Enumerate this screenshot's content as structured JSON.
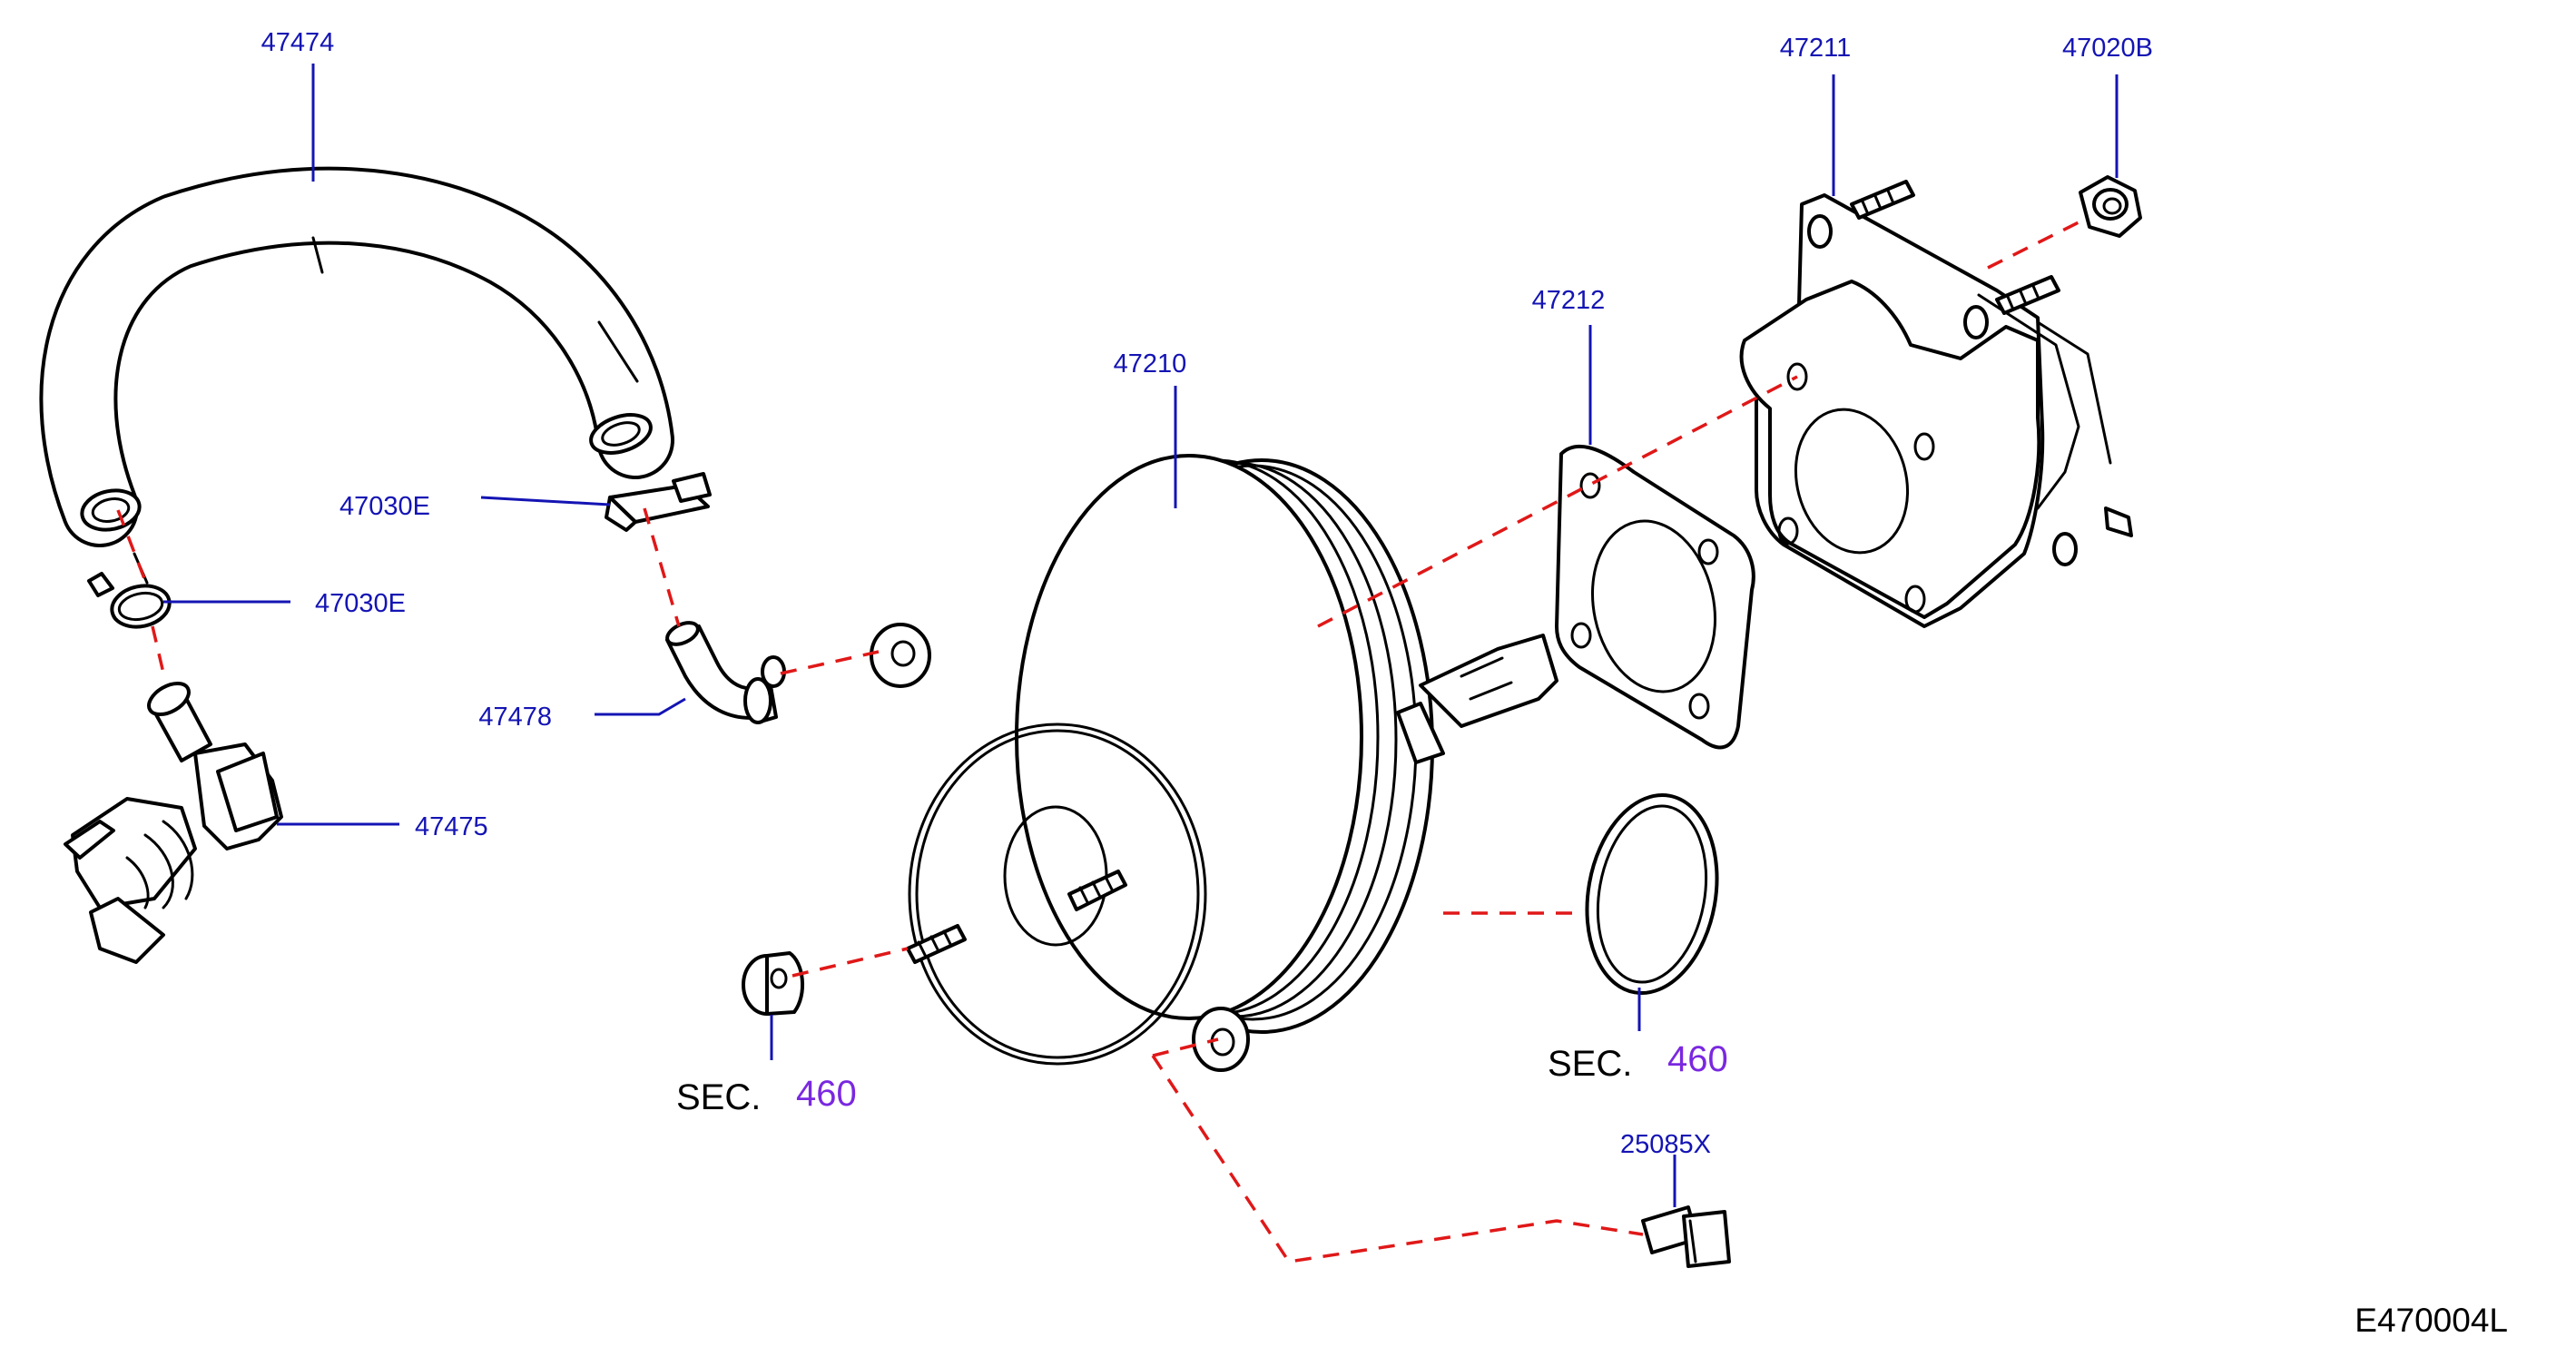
{
  "diagram": {
    "callouts": {
      "hose_47474": "47474",
      "clip_47030e_upper": "47030E",
      "clamp_47030e_lower": "47030E",
      "elbow_47478": "47478",
      "valve_47475": "47475",
      "booster_47210": "47210",
      "gasket_47212": "47212",
      "bracket_47211": "47211",
      "nut_47020b": "47020B",
      "connector_25085x": "25085X"
    },
    "section_refs": [
      {
        "label": "SEC.",
        "number": "460"
      },
      {
        "label": "SEC.",
        "number": "460"
      }
    ],
    "drawing_number": "E470004L"
  },
  "colors": {
    "callout_text": "#1414b4",
    "section_number": "#7a28e0",
    "dashed_reference": "#e01818",
    "part_outline": "#000000"
  }
}
